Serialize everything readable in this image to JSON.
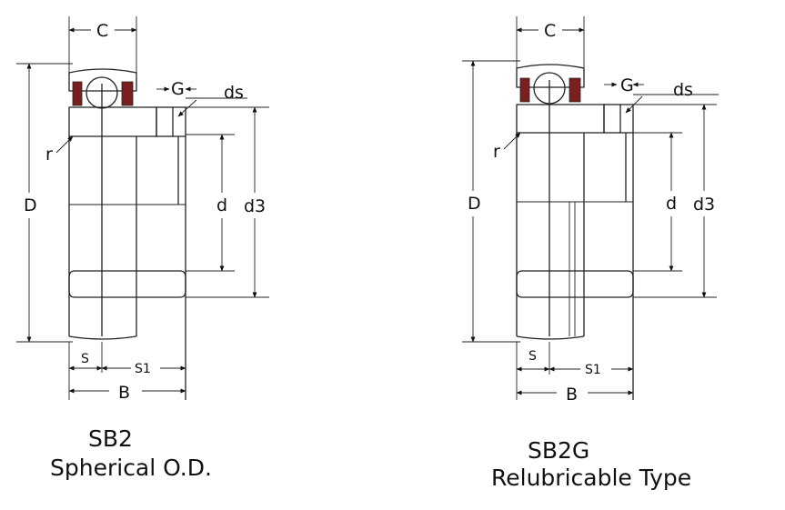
{
  "left_diagram": {
    "labels": {
      "C": "C",
      "G": "G",
      "ds": "ds",
      "r": "r",
      "D": "D",
      "d": "d",
      "d3": "d3",
      "S": "S",
      "S1": "S1",
      "B": "B"
    },
    "model": "SB2",
    "description": "Spherical O.D."
  },
  "right_diagram": {
    "labels": {
      "C": "C",
      "G": "G",
      "ds": "ds",
      "r": "r",
      "D": "D",
      "d": "d",
      "d3": "d3",
      "S": "S",
      "S1": "S1",
      "B": "B"
    },
    "model": "SB2G",
    "description": "Relubricable Type"
  },
  "colors": {
    "line": "#222222",
    "seal": "#7a1f1f",
    "background": "#ffffff"
  }
}
